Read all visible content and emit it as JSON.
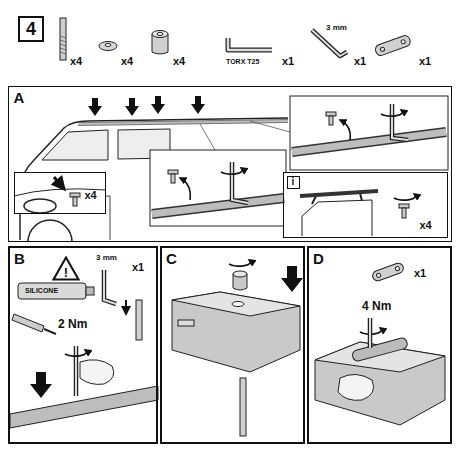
{
  "diagram": {
    "nodes": [
      {
        "text": [
          "4"
        ]
      },
      {
        "text": [
          "A"
        ]
      },
      {
        "text": [
          "x4"
        ],
        "in": 1
      },
      {
        "text": [
          "x4"
        ],
        "in": 1
      },
      {
        "text": [
          "i"
        ],
        "in": 3
      },
      {
        "text": [
          "B"
        ]
      },
      {
        "text": [
          "!"
        ],
        "in": 5
      },
      {
        "text": [
          "C"
        ]
      },
      {
        "text": [
          "D"
        ]
      }
    ],
    "labels": [
      "x4",
      "x4",
      "x4",
      "TORX T25",
      "x1",
      "3 mm",
      "x1",
      "x1",
      "3 mm",
      "x1",
      "SILICONE",
      "2 Nm",
      "x1",
      "4 Nm"
    ]
  }
}
